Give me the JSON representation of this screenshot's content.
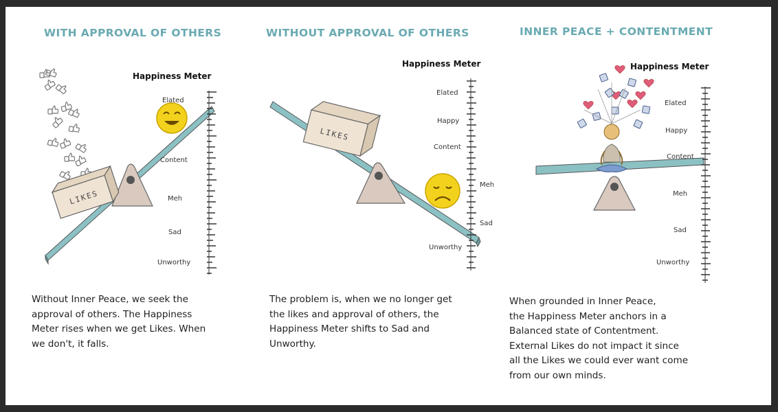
{
  "colors": {
    "title": "#6aaab2",
    "plank": "#8cc1c4",
    "fulcrum": "#d9c9bf",
    "emoji": "#f3d21d",
    "heart": "#e05d7a"
  },
  "meter_title": "Happiness Meter",
  "levels": {
    "elated": "Elated",
    "happy": "Happy",
    "content": "Content",
    "meh": "Meh",
    "sad": "Sad",
    "unworthy": "Unworthy"
  },
  "box_label": "LIKES",
  "panels": [
    {
      "title": "WITH APPROVAL OF OTHERS",
      "description_lines": [
        "Without Inner Peace, we seek the",
        "approval of others. The Happiness",
        "Meter rises when we get Likes. When",
        "we don't, it falls."
      ],
      "emoji": "smiling-face"
    },
    {
      "title": "WITHOUT APPROVAL OF OTHERS",
      "description_lines": [
        "The problem is, when we no longer get",
        "the likes and approval of others, the",
        "Happiness Meter shifts to Sad and",
        "Unworthy."
      ],
      "emoji": "frowning-face"
    },
    {
      "title": "INNER PEACE + CONTENTMENT",
      "description_lines": [
        "When grounded in Inner Peace,",
        "the Happiness Meter anchors in a",
        "Balanced state of Contentment.",
        "External Likes do not impact it since",
        "all the Likes we could ever want come",
        "from our own minds."
      ],
      "emoji": "meditating-person"
    }
  ]
}
